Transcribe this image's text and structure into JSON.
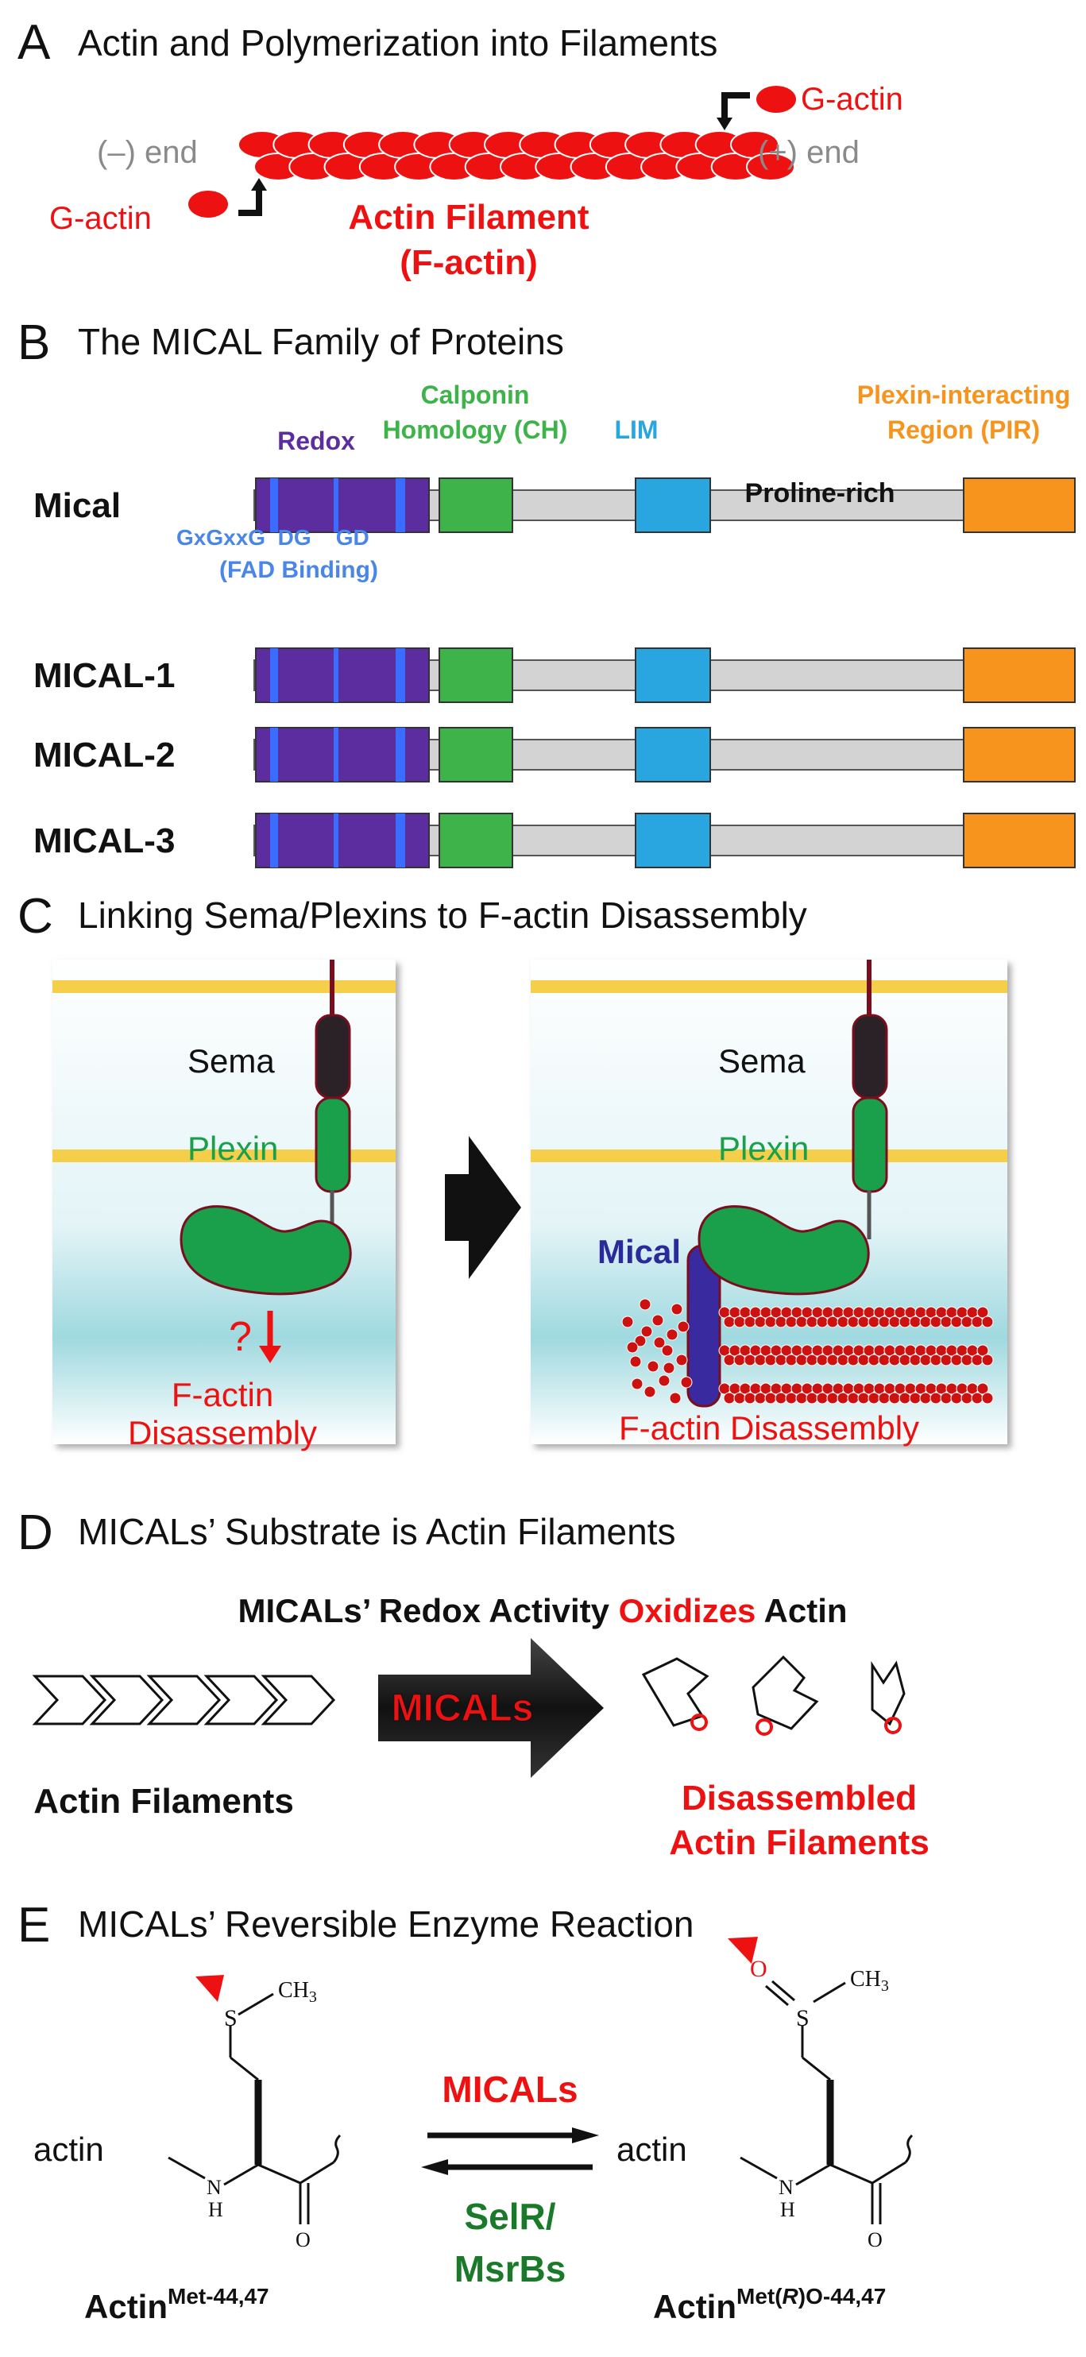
{
  "panelA": {
    "letter": "A",
    "title": "Actin and Polymerization into Filaments",
    "minus_end": "(–) end",
    "plus_end": "(+) end",
    "g_actin_right": "G-actin",
    "g_actin_left": "G-actin",
    "filament_line1": "Actin Filament",
    "filament_line2": "(F-actin)"
  },
  "panelB": {
    "letter": "B",
    "title": "The MICAL Family of Proteins",
    "domain_labels": {
      "redox": "Redox",
      "ch_line1": "Calponin",
      "ch_line2": "Homology (CH)",
      "lim": "LIM",
      "pir_line1": "Plexin-interacting",
      "pir_line2": "Region (PIR)",
      "proline": "Proline-rich",
      "motifs": "GxGxxG  DG    GD",
      "fad": "(FAD Binding)"
    },
    "proteins": [
      "Mical",
      "MICAL-1",
      "MICAL-2",
      "MICAL-3"
    ],
    "colors": {
      "redox": "#5b2d9e",
      "redox_stripe": "#3a6cff",
      "ch": "#3db34a",
      "lim": "#29a6e0",
      "pir": "#f7941d",
      "backbone": "#d3d3d3"
    }
  },
  "panelC": {
    "letter": "C",
    "title": "Linking Sema/Plexins to F-actin Disassembly",
    "left": {
      "sema": "Sema",
      "plexin": "Plexin",
      "question": "?",
      "disassembly_line1": "F-actin",
      "disassembly_line2": "Disassembly"
    },
    "right": {
      "sema": "Sema",
      "plexin": "Plexin",
      "mical": "Mical",
      "disassembly": "F-actin Disassembly"
    }
  },
  "panelD": {
    "letter": "D",
    "title": "MICALs’ Substrate is Actin Filaments",
    "subtitle_part1": "MICALs’ Redox Activity ",
    "subtitle_part2": "Oxidizes",
    "subtitle_part3": " Actin",
    "arrow_label": "MICALs",
    "actin_filaments": "Actin Filaments",
    "disassembled_line1": "Disassembled",
    "disassembled_line2": "Actin Filaments"
  },
  "panelE": {
    "letter": "E",
    "title": "MICALs’ Reversible Enzyme Reaction",
    "forward": "MICALs",
    "reverse_line1": "SelR/",
    "reverse_line2": "MsrBs",
    "left_actin": "actin",
    "right_actin": "actin",
    "s_left": "S",
    "s_right": "S",
    "ch3": "CH",
    "ch3_sub": "3",
    "o": "O",
    "nh_n": "N",
    "nh_h": "H",
    "left_name": "Actin",
    "left_sup": "Met-44,47",
    "right_name": "Actin",
    "right_sup_a": "Met(",
    "right_sup_r": "R",
    "right_sup_b": ")O-44,47"
  }
}
